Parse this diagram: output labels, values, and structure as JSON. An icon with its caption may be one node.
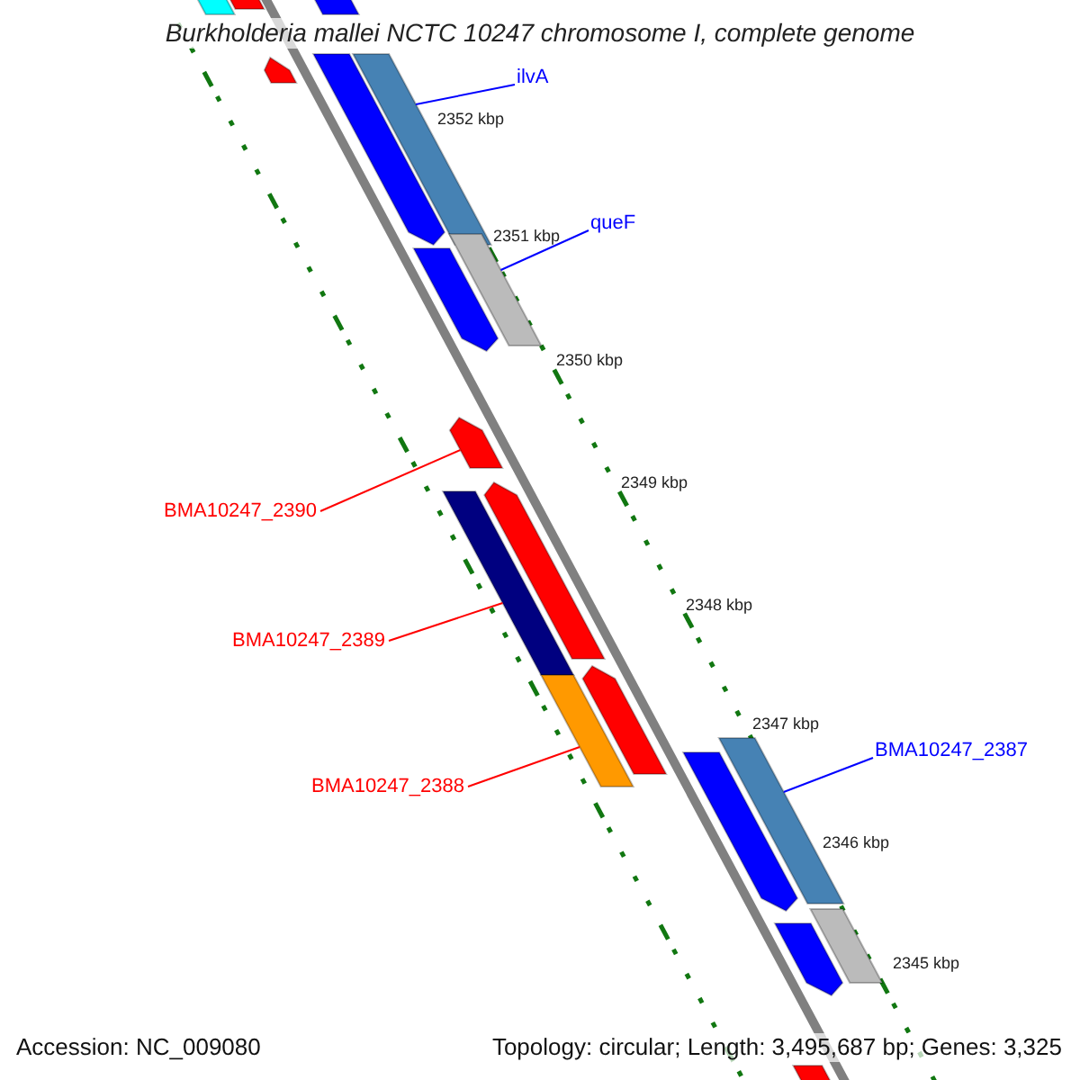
{
  "diagram": {
    "title": "Burkholderia mallei NCTC 10247 chromosome I, complete genome",
    "nodes": [
      {
        "text": [
          "ilvA"
        ]
      },
      {
        "text": [
          "queF"
        ]
      },
      {
        "text": [
          "BMA10247_2390"
        ]
      },
      {
        "text": [
          "BMA10247_2389"
        ]
      },
      {
        "text": [
          "BMA10247_2388"
        ]
      },
      {
        "text": [
          "BMA10247_2387"
        ]
      },
      {
        "text": [],
        "shape": "bar"
      },
      {
        "text": [],
        "shape": "bar"
      },
      {
        "text": [],
        "shape": "bar"
      },
      {
        "text": [],
        "shape": "bar"
      },
      {
        "text": [],
        "shape": "bar"
      },
      {
        "text": [],
        "shape": "bar"
      },
      {
        "text": [],
        "shape": "bar"
      },
      {
        "text": [],
        "shape": "bar"
      },
      {
        "text": [],
        "shape": "bar"
      },
      {
        "text": [],
        "shape": "bar"
      },
      {
        "text": [],
        "shape": "bar"
      },
      {
        "text": [],
        "shape": "bar"
      },
      {
        "text": [],
        "shape": "bar"
      },
      {
        "text": [],
        "shape": "bar"
      },
      {
        "text": [],
        "shape": "bar"
      },
      {
        "text": [],
        "shape": "bar"
      },
      {
        "text": [],
        "shape": "bar"
      },
      {
        "text": [],
        "shape": "bar"
      }
    ],
    "edges": [
      {
        "from": 0,
        "to": 10,
        "arrow": "none",
        "color": "#0000ff"
      },
      {
        "from": 1,
        "to": 12,
        "arrow": "none",
        "color": "#0000ff"
      },
      {
        "from": 2,
        "to": 14,
        "arrow": "none",
        "color": "#ff0000"
      },
      {
        "from": 3,
        "to": 16,
        "arrow": "none",
        "color": "#ff0000"
      },
      {
        "from": 4,
        "to": 18,
        "arrow": "none",
        "color": "#ff0000"
      },
      {
        "from": 5,
        "to": 19,
        "arrow": "none",
        "color": "#0000ff"
      }
    ],
    "labels": [
      "2352 kbp",
      "2351 kbp",
      "2350 kbp",
      "2349 kbp",
      "2348 kbp",
      "2347 kbp",
      "2346 kbp",
      "2345 kbp",
      "Accession: NC_009080",
      "Topology: circular; Length: 3,495,687 bp; Genes: 3,325"
    ]
  }
}
